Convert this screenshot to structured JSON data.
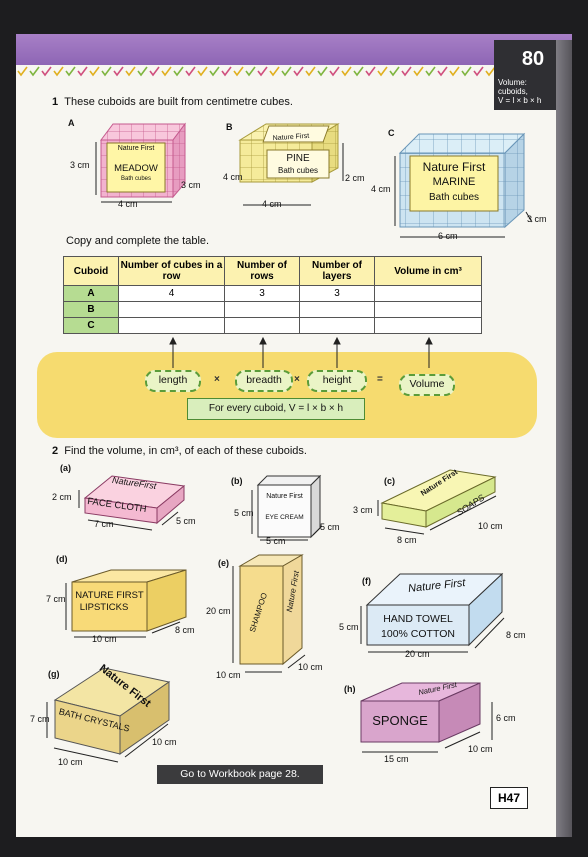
{
  "header": {
    "unit_number": "80",
    "topic_line1": "Volume:",
    "topic_line2": "cuboids,",
    "topic_line3": "V = l × b × h"
  },
  "q1": {
    "number": "1",
    "text": "These cuboids are built from centimetre cubes.",
    "cuboids": {
      "a": {
        "letter": "A",
        "brand": "Nature First",
        "name": "MEADOW",
        "sub": "Bath cubes",
        "w": "4 cm",
        "h": "3 cm",
        "d": "3 cm"
      },
      "b": {
        "letter": "B",
        "brand": "Nature First",
        "name": "PINE",
        "sub": "Bath cubes",
        "w": "4 cm",
        "h": "2 cm",
        "d": "4 cm"
      },
      "c": {
        "letter": "C",
        "brand": "Nature First",
        "name": "MARINE",
        "sub": "Bath cubes",
        "w": "6 cm",
        "h": "4 cm",
        "d": "3 cm"
      }
    },
    "table_intro": "Copy and complete the table.",
    "table": {
      "headers": [
        "Cuboid",
        "Number of cubes in a row",
        "Number of rows",
        "Number of layers",
        "Volume in cm³"
      ],
      "rows": [
        [
          "A",
          "4",
          "3",
          "3",
          ""
        ],
        [
          "B",
          "",
          "",
          "",
          ""
        ],
        [
          "C",
          "",
          "",
          "",
          ""
        ]
      ]
    },
    "formula_words": {
      "length": "length",
      "breadth": "breadth",
      "height": "height",
      "volume": "Volume",
      "times": "×",
      "equals": "="
    },
    "formula_box": "For every cuboid, V = l × b × h"
  },
  "q2": {
    "number": "2",
    "text": "Find the volume, in cm³, of each of these cuboids.",
    "items": {
      "a": {
        "letter": "(a)",
        "brand": "NatureFirst",
        "label": "FACE CLOTH",
        "dims": [
          "2 cm",
          "7 cm",
          "5 cm"
        ]
      },
      "b": {
        "letter": "(b)",
        "brand": "Nature First",
        "label": "EYE CREAM",
        "dims": [
          "5 cm",
          "5 cm",
          "5 cm"
        ]
      },
      "c": {
        "letter": "(c)",
        "brand": "Nature First",
        "label": "SOAPS",
        "dims": [
          "3 cm",
          "8 cm",
          "10 cm"
        ]
      },
      "d": {
        "letter": "(d)",
        "brand": "NATURE FIRST",
        "label": "LIPSTICKS",
        "dims": [
          "7 cm",
          "10 cm",
          "8 cm"
        ]
      },
      "e": {
        "letter": "(e)",
        "brand": "Nature First",
        "label": "SHAMPOO",
        "dims": [
          "20 cm",
          "10 cm",
          "10 cm"
        ]
      },
      "f": {
        "letter": "(f)",
        "brand": "Nature First",
        "label1": "HAND TOWEL",
        "label2": "100% COTTON",
        "dims": [
          "5 cm",
          "20 cm",
          "8 cm"
        ]
      },
      "g": {
        "letter": "(g)",
        "brand": "Nature First",
        "label": "BATH CRYSTALS",
        "dims": [
          "7 cm",
          "10 cm",
          "10 cm"
        ]
      },
      "h": {
        "letter": "(h)",
        "brand": "Nature First",
        "label": "SPONGE",
        "dims": [
          "6 cm",
          "15 cm",
          "10 cm"
        ]
      }
    }
  },
  "footer": {
    "workbook": "Go to Workbook page 28.",
    "page_number": "H47"
  },
  "colors": {
    "header_band": "#9a72bd",
    "highlight_band": "#f5d860",
    "table_header": "#fcf2b0",
    "table_rowhead": "#b6dc92",
    "cuboid_a": "#f2b2cf",
    "cuboid_b": "#f5eb9a",
    "cuboid_c": "#cde4f1",
    "formula_green": "#5b9c3a"
  }
}
